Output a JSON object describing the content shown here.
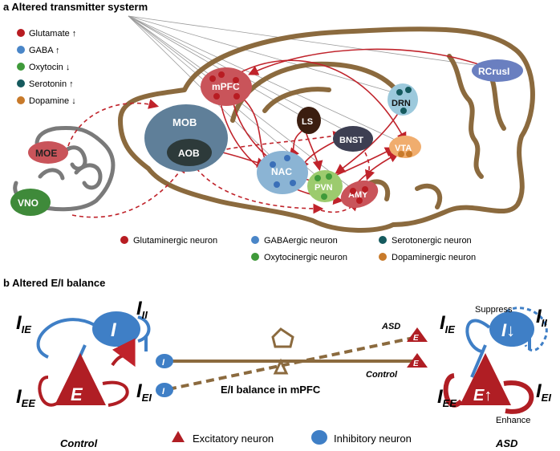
{
  "panel_a": {
    "heading": "a  Altered transmitter systerm",
    "legend": [
      {
        "label": "Glutamate",
        "arrow": "↑",
        "color": "#b81c22"
      },
      {
        "label": "GABA",
        "arrow": "↑",
        "color": "#4a86c8"
      },
      {
        "label": "Oxytocin",
        "arrow": "↓",
        "color": "#3f9a3a"
      },
      {
        "label": "Serotonin",
        "arrow": "↑",
        "color": "#155a5e"
      },
      {
        "label": "Dopamine",
        "arrow": "↓",
        "color": "#c87a2a"
      }
    ],
    "regions": {
      "mpfc": "mPFC",
      "mob": "MOB",
      "aob": "AOB",
      "moe": "MOE",
      "vno": "VNO",
      "ls": "LS",
      "bnst": "BNST",
      "nac": "NAC",
      "pvn": "PVN",
      "amy": "AMY",
      "vta": "VTA",
      "drn": "DRN",
      "rcrusi": "RCrusI"
    },
    "neuron_legend": [
      {
        "label": "Glutaminergic neuron",
        "color": "#b81c22"
      },
      {
        "label": "GABAergic neuron",
        "color": "#4a86c8"
      },
      {
        "label": "Serotonergic neuron",
        "color": "#155a5e"
      },
      {
        "label": "Oxytocinergic neuron",
        "color": "#3f9a3a"
      },
      {
        "label": "Dopaminergic neuron",
        "color": "#c87a2a"
      }
    ]
  },
  "panel_b": {
    "heading": "b  Altered E/I balance",
    "control": {
      "I_IE": "I",
      "I_IE_sub": "IE",
      "I_II": "I",
      "I_II_sub": "II",
      "I_EE": "I",
      "I_EE_sub": "EE",
      "I_EI": "I",
      "I_EI_sub": "EI",
      "inhib_label": "I",
      "excit_label": "E",
      "caption": "Control"
    },
    "balance": {
      "asd_label": "ASD",
      "control_label": "Control",
      "title": "E/I balance in mPFC",
      "e_label": "E",
      "i_label": "I"
    },
    "asd": {
      "I_IE": "I",
      "I_IE_sub": "IE",
      "I_II": "I",
      "I_II_sub": "II",
      "I_EE": "I",
      "I_EE_sub": "EE",
      "I_EI": "I",
      "I_EI_sub": "EI",
      "inhib_label": "I↓",
      "excit_label": "E↑",
      "suppress": "Suppress",
      "enhance": "Enhance",
      "caption": "ASD"
    },
    "legend": {
      "excitatory": "Excitatory neuron",
      "inhibitory": "Inhibitory neuron"
    }
  },
  "colors": {
    "brain": "#8b6a3e",
    "red": "#c0232b",
    "blue": "#3f7fc6",
    "mpfc_fill": "#c9545a",
    "mob_fill": "#5f7f99",
    "aob_fill": "#2d3a3a"
  }
}
